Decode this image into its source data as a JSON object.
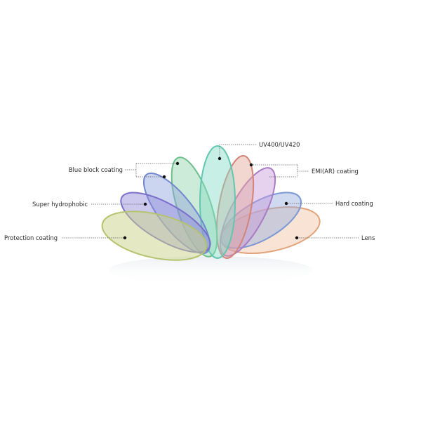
{
  "diagram": {
    "labels": {
      "uv": "UV400/UV420",
      "blue_block": "Blue block coating",
      "emi": "EMI(AR) coating",
      "super_hydrophobic": "Super hydrophobic",
      "hard_coating": "Hard coating",
      "protection": "Protection coating",
      "lens": "Lens"
    },
    "layer_colors": {
      "protection": "#c9d48a",
      "super_hydrophobic": "#8f86d6",
      "blue_block_outer": "#8ea2de",
      "blue_block_inner": "#8fd3a8",
      "uv": "#86dcc8",
      "emi_outer": "#e3a79a",
      "emi_inner": "#c79ad9",
      "hard_coating": "#94aee0",
      "lens": "#efc0a0"
    }
  }
}
